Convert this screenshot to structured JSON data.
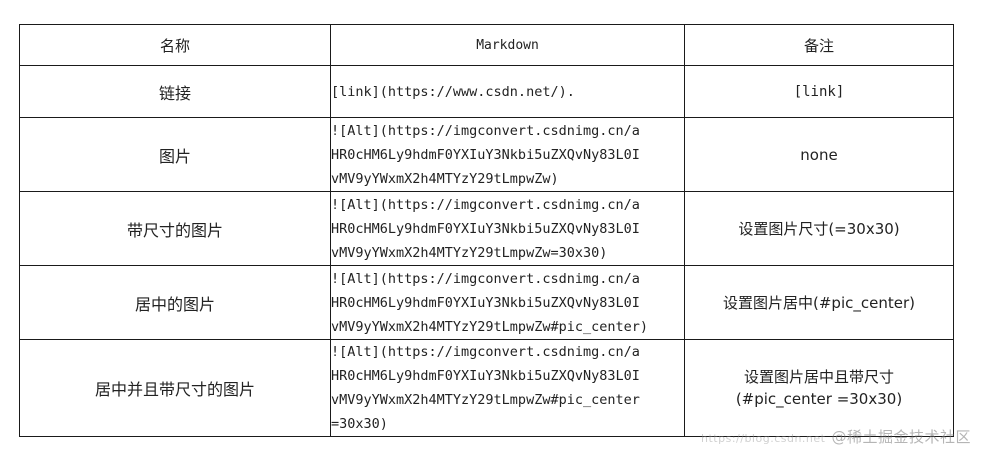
{
  "table": {
    "headers": [
      "名称",
      "Markdown",
      "备注"
    ],
    "rows": [
      {
        "name": "链接",
        "code": "[link](https://www.csdn.net/).",
        "note": "[link]"
      },
      {
        "name": "图片",
        "code": "![Alt](https://imgconvert.csdnimg.cn/a\nHR0cHM6Ly9hdmF0YXIuY3Nkbi5uZXQvNy83L0I\nvMV9yYWxmX2h4MTYzY29tLmpwZw)",
        "note": "none"
      },
      {
        "name": "带尺寸的图片",
        "code": "![Alt](https://imgconvert.csdnimg.cn/a\nHR0cHM6Ly9hdmF0YXIuY3Nkbi5uZXQvNy83L0I\nvMV9yYWxmX2h4MTYzY29tLmpwZw=30x30)",
        "note": "设置图片尺寸(=30x30)"
      },
      {
        "name": "居中的图片",
        "code": "![Alt](https://imgconvert.csdnimg.cn/a\nHR0cHM6Ly9hdmF0YXIuY3Nkbi5uZXQvNy83L0I\nvMV9yYWxmX2h4MTYzY29tLmpwZw#pic_center)",
        "note": "设置图片居中(#pic_center)"
      },
      {
        "name": "居中并且带尺寸的图片",
        "code": "![Alt](https://imgconvert.csdnimg.cn/a\nHR0cHM6Ly9hdmF0YXIuY3Nkbi5uZXQvNy83L0I\nvMV9yYWxmX2h4MTYzY29tLmpwZw#pic_center\n=30x30)",
        "note": "设置图片居中且带尺寸\n(#pic_center =30x30)"
      }
    ]
  },
  "watermark": {
    "url": "https://blog.csdn.net",
    "text": "@稀土掘金技术社区"
  }
}
